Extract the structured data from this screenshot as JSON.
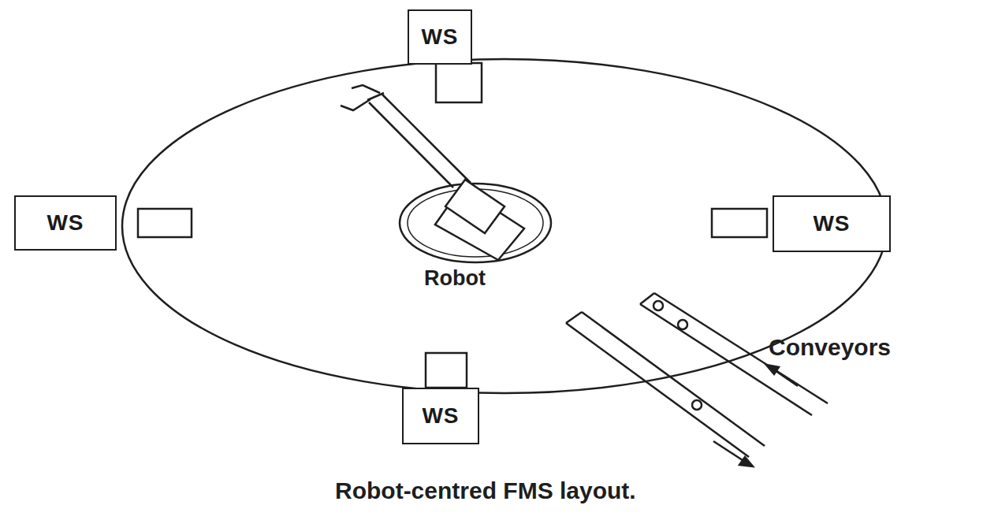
{
  "diagram": {
    "caption": "Robot-centred FMS layout.",
    "nodes": [
      {
        "text": [
          "WS"
        ]
      },
      {
        "text": [
          "WS"
        ]
      },
      {
        "text": [
          "WS"
        ]
      },
      {
        "text": [
          "WS"
        ]
      }
    ],
    "labels": [
      "Robot",
      "Conveyors"
    ]
  }
}
